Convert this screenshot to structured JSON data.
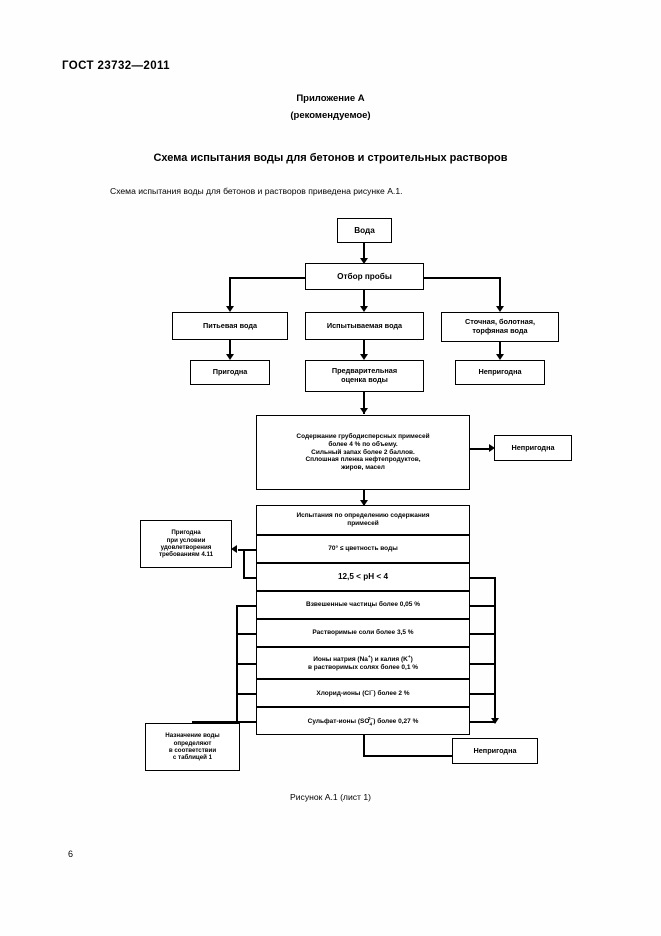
{
  "document": {
    "standard_header": "ГОСТ 23732—2011",
    "page_number": "6",
    "appendix_label": "Приложение А",
    "appendix_kind": "(рекомендуемое)",
    "scheme_title": "Схема испытания воды для бетонов и строительных растворов",
    "intro_text": "Схема испытания воды для бетонов и растворов приведена рисунке А.1.",
    "figure_caption": "Рисунок А.1 (лист 1)"
  },
  "flowchart": {
    "water": "Вода",
    "sampling": "Отбор пробы",
    "branch_drinking": "Питьевая вода",
    "branch_tested": "Испытываемая вода",
    "branch_waste_line1": "Сточная, болотная,",
    "branch_waste_line2": "торфяная вода",
    "result_suitable": "Пригодна",
    "preliminary_line1": "Предварительная",
    "preliminary_line2": "оценка воды",
    "result_unsuitable_right_top": "Непригодна",
    "criteria_box": {
      "line1": "Содержание грубодисперсных примесей",
      "line2": "более 4 % по объему.",
      "line3": "Сильный запах более 2 баллов.",
      "line4": "Сплошная пленка нефтепродуктов,",
      "line5": "жиров, масел"
    },
    "criteria_unsuitable": "Непригодна",
    "tests_header_line1": "Испытания по определению содержания",
    "tests_header_line2": "примесей",
    "test_rows": [
      {
        "id": "colour",
        "text": "70° ≤ цветность воды"
      },
      {
        "id": "ph",
        "text": "12,5 < pH < 4"
      },
      {
        "id": "suspended",
        "text": "Взвешенные частицы более 0,05 %"
      },
      {
        "id": "salts",
        "text": "Растворимые соли более 3,5 %"
      },
      {
        "id": "na-k",
        "text": ""
      },
      {
        "id": "chloride",
        "text": ""
      },
      {
        "id": "sulfate",
        "text": ""
      }
    ],
    "na_k_line1_a": "Ионы натрия (Na",
    "na_k_line1_b": ") и калия (K",
    "na_k_line1_c": ")",
    "na_k_line2": "в растворимых солях более 0,1 %",
    "chloride_a": "Хлорид-ионы (Cl",
    "chloride_b": ") более 2 %",
    "sulfate_a": "Сульфат-ионы (SO",
    "sulfate_b": ") более 0,27 %",
    "suitable_conditional": {
      "line1": "Пригодна",
      "line2": "при условии",
      "line3": "удовлетворения",
      "line4": "требованиям 4.11"
    },
    "purpose_box": {
      "line1": "Назначение воды",
      "line2": "определяют",
      "line3": "в соответствии",
      "line4": "с таблицей 1"
    },
    "result_unsuitable_bottom": "Непригодна"
  }
}
